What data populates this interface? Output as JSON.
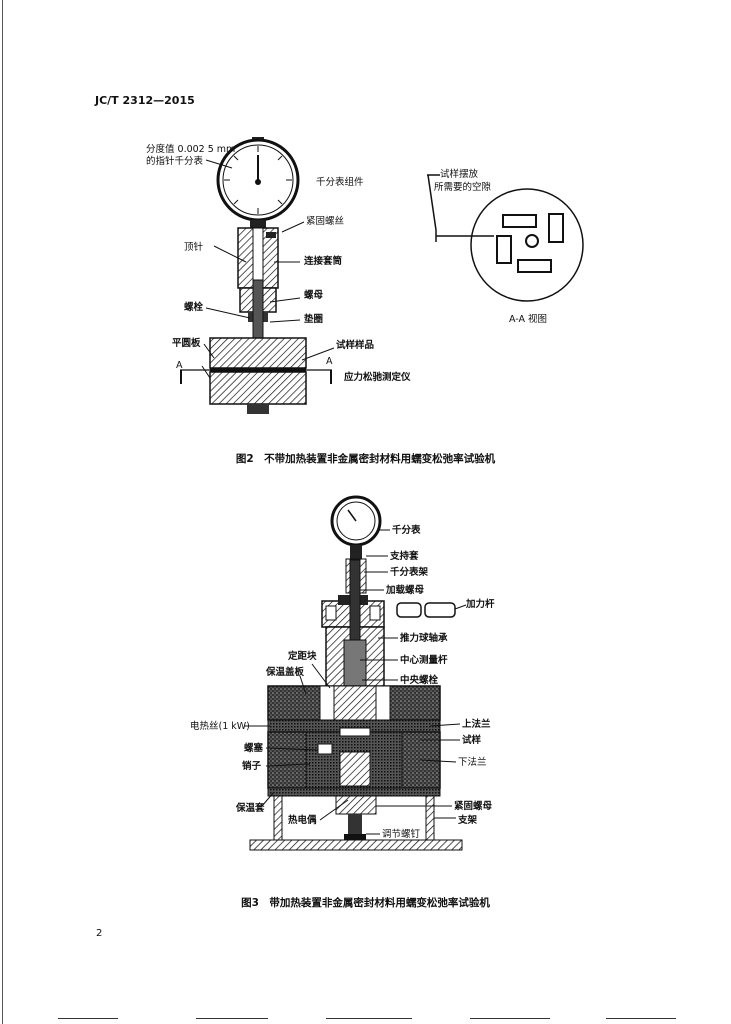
{
  "header": {
    "doc_id": "JC/T 2312—2015"
  },
  "figure2": {
    "caption": "图2　不带加热装置非金属密封材料用蠕变松弛率试验机",
    "labels": {
      "dial_value": "分度值 0.002 5 mm",
      "dial_value2": "的指针千分表",
      "dial_assembly": "千分表组件",
      "set_screw": "紧固螺丝",
      "pin": "顶针",
      "sleeve": "连接套筒",
      "bolt": "螺栓",
      "nut": "螺母",
      "washer": "垫圈",
      "platen": "平圆板",
      "specimen": "试样样品",
      "section_a_left": "A",
      "section_a_right": "A",
      "instrument": "应力松驰测定仪",
      "space_note": "试样摆放",
      "space_note2": "所需要的空隙",
      "view": "A-A 视图"
    }
  },
  "figure3": {
    "caption": "图3　带加热装置非金属密封材料用蠕变松弛率试验机",
    "labels": {
      "dial": "千分表",
      "support_sleeve": "支持套",
      "dial_frame": "千分表架",
      "load_nut": "加载螺母",
      "lever": "加力杆",
      "thrust_bearing": "推力球轴承",
      "center_rod": "中心测量杆",
      "center_bolt": "中央螺栓",
      "spacer": "定距块",
      "cover": "保温盖板",
      "upper_flange": "上法兰",
      "heater": "电热丝(1 kW)",
      "sample": "试样",
      "screw_plug": "螺塞",
      "lower_flange": "下法兰",
      "pin": "销子",
      "jacket": "保温套",
      "fix_nut": "紧固螺母",
      "thermocouple": "热电偶",
      "stand": "支架",
      "adjust_screw": "调节螺钉"
    }
  },
  "footer": {
    "page_number": "2"
  }
}
